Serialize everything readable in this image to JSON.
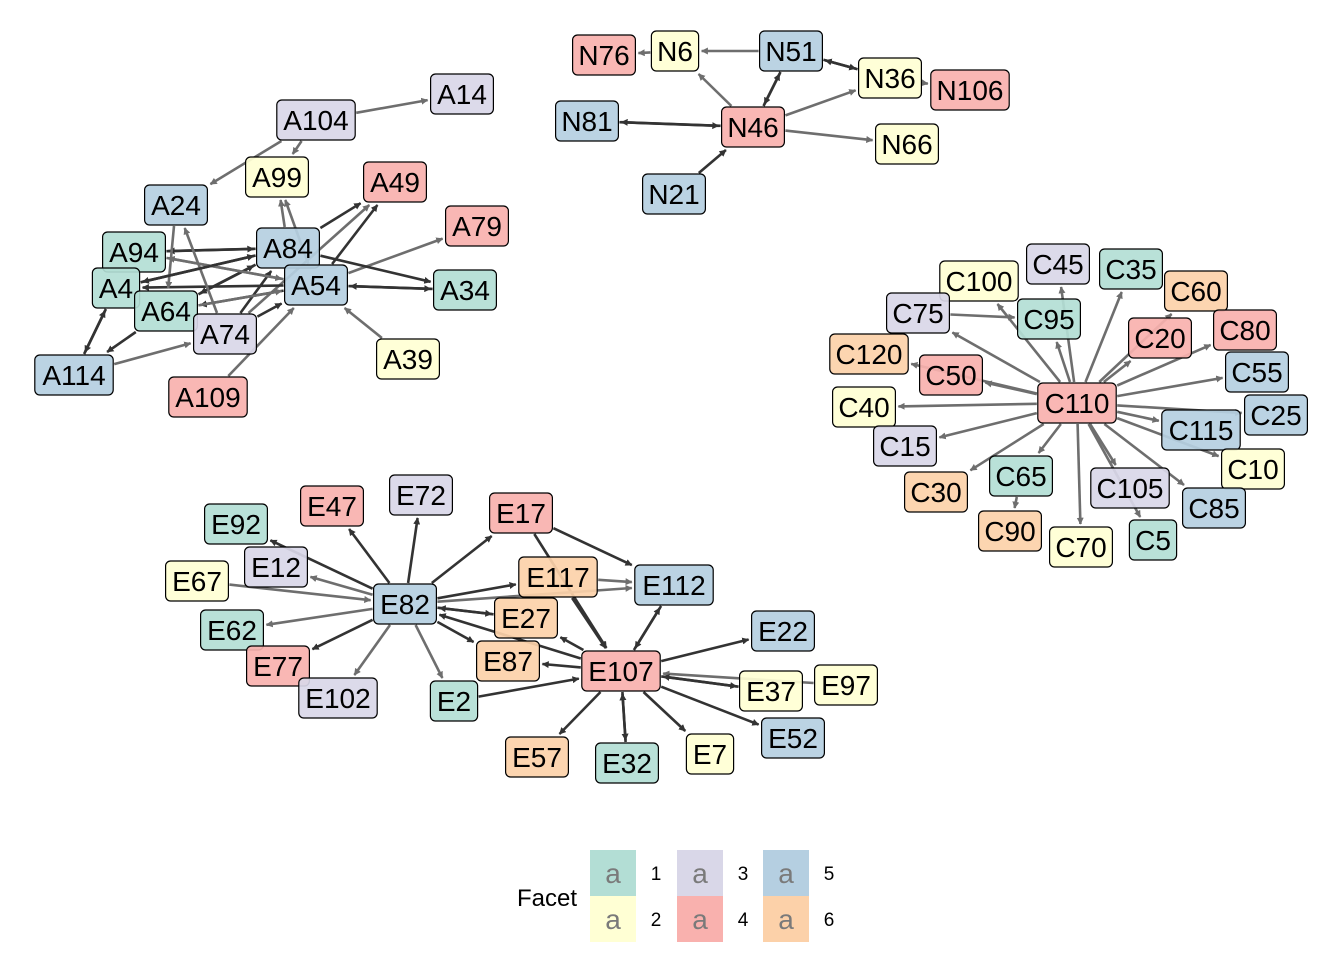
{
  "legend": {
    "title": "Facet",
    "glyph": "a",
    "entries": [
      {
        "label": "1",
        "color": "#B3DED5"
      },
      {
        "label": "2",
        "color": "#FFFFD4"
      },
      {
        "label": "3",
        "color": "#D9D7E8"
      },
      {
        "label": "4",
        "color": "#F9B1AE"
      },
      {
        "label": "5",
        "color": "#B5CFE1"
      },
      {
        "label": "6",
        "color": "#FCD1A9"
      }
    ]
  },
  "nodes": [
    {
      "id": "A14",
      "facet": 3
    },
    {
      "id": "A104",
      "facet": 3
    },
    {
      "id": "A99",
      "facet": 2
    },
    {
      "id": "A24",
      "facet": 5
    },
    {
      "id": "A49",
      "facet": 4
    },
    {
      "id": "A79",
      "facet": 4
    },
    {
      "id": "A94",
      "facet": 1
    },
    {
      "id": "A84",
      "facet": 5
    },
    {
      "id": "A4",
      "facet": 1
    },
    {
      "id": "A54",
      "facet": 5
    },
    {
      "id": "A34",
      "facet": 1
    },
    {
      "id": "A64",
      "facet": 1
    },
    {
      "id": "A74",
      "facet": 3
    },
    {
      "id": "A39",
      "facet": 2
    },
    {
      "id": "A114",
      "facet": 5
    },
    {
      "id": "A109",
      "facet": 4
    },
    {
      "id": "N76",
      "facet": 4
    },
    {
      "id": "N6",
      "facet": 2
    },
    {
      "id": "N51",
      "facet": 5
    },
    {
      "id": "N36",
      "facet": 2
    },
    {
      "id": "N106",
      "facet": 4
    },
    {
      "id": "N81",
      "facet": 5
    },
    {
      "id": "N46",
      "facet": 4
    },
    {
      "id": "N66",
      "facet": 2
    },
    {
      "id": "N21",
      "facet": 5
    },
    {
      "id": "C45",
      "facet": 3
    },
    {
      "id": "C35",
      "facet": 1
    },
    {
      "id": "C100",
      "facet": 2
    },
    {
      "id": "C60",
      "facet": 6
    },
    {
      "id": "C75",
      "facet": 3
    },
    {
      "id": "C95",
      "facet": 1
    },
    {
      "id": "C80",
      "facet": 4
    },
    {
      "id": "C20",
      "facet": 4
    },
    {
      "id": "C120",
      "facet": 6
    },
    {
      "id": "C55",
      "facet": 5
    },
    {
      "id": "C50",
      "facet": 4
    },
    {
      "id": "C110",
      "facet": 4
    },
    {
      "id": "C40",
      "facet": 2
    },
    {
      "id": "C25",
      "facet": 5
    },
    {
      "id": "C115",
      "facet": 5
    },
    {
      "id": "C15",
      "facet": 3
    },
    {
      "id": "C10",
      "facet": 2
    },
    {
      "id": "C65",
      "facet": 1
    },
    {
      "id": "C105",
      "facet": 3
    },
    {
      "id": "C30",
      "facet": 6
    },
    {
      "id": "C85",
      "facet": 5
    },
    {
      "id": "C90",
      "facet": 6
    },
    {
      "id": "C5",
      "facet": 1
    },
    {
      "id": "C70",
      "facet": 2
    },
    {
      "id": "E72",
      "facet": 3
    },
    {
      "id": "E47",
      "facet": 4
    },
    {
      "id": "E17",
      "facet": 4
    },
    {
      "id": "E92",
      "facet": 1
    },
    {
      "id": "E12",
      "facet": 3
    },
    {
      "id": "E67",
      "facet": 2
    },
    {
      "id": "E117",
      "facet": 6
    },
    {
      "id": "E112",
      "facet": 5
    },
    {
      "id": "E82",
      "facet": 5
    },
    {
      "id": "E27",
      "facet": 6
    },
    {
      "id": "E62",
      "facet": 1
    },
    {
      "id": "E22",
      "facet": 5
    },
    {
      "id": "E87",
      "facet": 6
    },
    {
      "id": "E77",
      "facet": 4
    },
    {
      "id": "E107",
      "facet": 4
    },
    {
      "id": "E97",
      "facet": 2
    },
    {
      "id": "E37",
      "facet": 2
    },
    {
      "id": "E102",
      "facet": 3
    },
    {
      "id": "E2",
      "facet": 1
    },
    {
      "id": "E52",
      "facet": 5
    },
    {
      "id": "E7",
      "facet": 2
    },
    {
      "id": "E57",
      "facet": 6
    },
    {
      "id": "E32",
      "facet": 1
    }
  ],
  "edges": [
    [
      "A104",
      "A14"
    ],
    [
      "A104",
      "A24"
    ],
    [
      "A104",
      "A99"
    ],
    [
      "A84",
      "A99"
    ],
    [
      "A54",
      "A99"
    ],
    [
      "A84",
      "A49"
    ],
    [
      "A54",
      "A49"
    ],
    [
      "A74",
      "A49"
    ],
    [
      "A54",
      "A79"
    ],
    [
      "A84",
      "A34"
    ],
    [
      "A34",
      "A54"
    ],
    [
      "A54",
      "A34"
    ],
    [
      "A39",
      "A54"
    ],
    [
      "A84",
      "A94"
    ],
    [
      "A94",
      "A84"
    ],
    [
      "A54",
      "A94"
    ],
    [
      "A84",
      "A4"
    ],
    [
      "A54",
      "A4"
    ],
    [
      "A54",
      "A64"
    ],
    [
      "A84",
      "A64"
    ],
    [
      "A64",
      "A84"
    ],
    [
      "A74",
      "A84"
    ],
    [
      "A74",
      "A54"
    ],
    [
      "A4",
      "A114"
    ],
    [
      "A114",
      "A4"
    ],
    [
      "A114",
      "A74"
    ],
    [
      "A64",
      "A114"
    ],
    [
      "A74",
      "A24"
    ],
    [
      "A24",
      "A64"
    ],
    [
      "A109",
      "A54"
    ],
    [
      "A94",
      "A54"
    ],
    [
      "A64",
      "A54"
    ],
    [
      "A4",
      "A84"
    ],
    [
      "N46",
      "N51"
    ],
    [
      "N51",
      "N46"
    ],
    [
      "N51",
      "N6"
    ],
    [
      "N46",
      "N6"
    ],
    [
      "N6",
      "N76"
    ],
    [
      "N36",
      "N51"
    ],
    [
      "N51",
      "N36"
    ],
    [
      "N46",
      "N36"
    ],
    [
      "N36",
      "N106"
    ],
    [
      "N46",
      "N81"
    ],
    [
      "N81",
      "N46"
    ],
    [
      "N46",
      "N66"
    ],
    [
      "N21",
      "N46"
    ],
    [
      "C110",
      "C45"
    ],
    [
      "C110",
      "C35"
    ],
    [
      "C110",
      "C100"
    ],
    [
      "C110",
      "C60"
    ],
    [
      "C110",
      "C75"
    ],
    [
      "C75",
      "C95"
    ],
    [
      "C110",
      "C95"
    ],
    [
      "C110",
      "C80"
    ],
    [
      "C110",
      "C20"
    ],
    [
      "C110",
      "C120"
    ],
    [
      "C110",
      "C55"
    ],
    [
      "C110",
      "C50"
    ],
    [
      "C110",
      "C40"
    ],
    [
      "C110",
      "C25"
    ],
    [
      "C110",
      "C115"
    ],
    [
      "C110",
      "C15"
    ],
    [
      "C110",
      "C10"
    ],
    [
      "C110",
      "C65"
    ],
    [
      "C65",
      "C90"
    ],
    [
      "C110",
      "C105"
    ],
    [
      "C110",
      "C30"
    ],
    [
      "C110",
      "C85"
    ],
    [
      "C110",
      "C70"
    ],
    [
      "C110",
      "C5"
    ],
    [
      "E82",
      "E72"
    ],
    [
      "E82",
      "E47"
    ],
    [
      "E82",
      "E17"
    ],
    [
      "E82",
      "E92"
    ],
    [
      "E82",
      "E12"
    ],
    [
      "E67",
      "E82"
    ],
    [
      "E82",
      "E117"
    ],
    [
      "E82",
      "E62"
    ],
    [
      "E82",
      "E77"
    ],
    [
      "E82",
      "E102"
    ],
    [
      "E82",
      "E2"
    ],
    [
      "E82",
      "E27"
    ],
    [
      "E27",
      "E82"
    ],
    [
      "E107",
      "E82"
    ],
    [
      "E82",
      "E87"
    ],
    [
      "E17",
      "E107"
    ],
    [
      "E17",
      "E112"
    ],
    [
      "E117",
      "E112"
    ],
    [
      "E82",
      "E112"
    ],
    [
      "E107",
      "E112"
    ],
    [
      "E112",
      "E107"
    ],
    [
      "E107",
      "E27"
    ],
    [
      "E107",
      "E22"
    ],
    [
      "E107",
      "E87"
    ],
    [
      "E97",
      "E107"
    ],
    [
      "E107",
      "E37"
    ],
    [
      "E37",
      "E107"
    ],
    [
      "E107",
      "E52"
    ],
    [
      "E107",
      "E7"
    ],
    [
      "E107",
      "E32"
    ],
    [
      "E32",
      "E107"
    ],
    [
      "E107",
      "E57"
    ],
    [
      "E2",
      "E107"
    ],
    [
      "E117",
      "E107"
    ]
  ]
}
